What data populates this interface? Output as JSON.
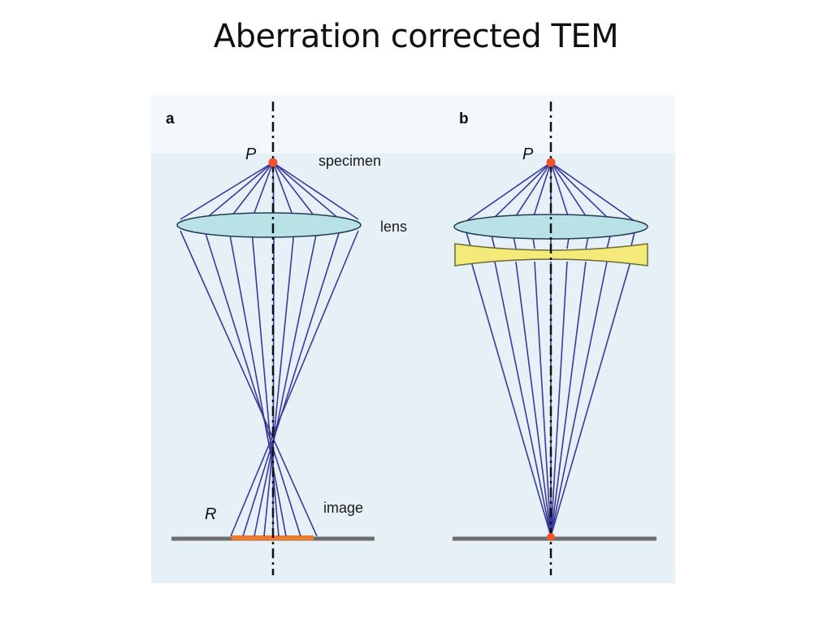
{
  "title": "Aberration corrected TEM",
  "colors": {
    "panel_top": "#f2f8fb",
    "panel_bg": "#e6f1f7",
    "ray": "#3a3a9a",
    "axis": "#111111",
    "lens_fill": "#b9e2e6",
    "lens_stroke": "#243a56",
    "corrector_fill": "#f4ea7a",
    "corrector_stroke": "#6a6a3a",
    "image_plane": "#6e6e6e",
    "point": "#f0522a",
    "blur_disc": "#f07a2a"
  },
  "panel_a": {
    "letter": "a",
    "point_label": "P",
    "specimen_label": "specimen",
    "lens_label": "lens",
    "image_label": "image",
    "blur_label": "R"
  },
  "panel_b": {
    "letter": "b",
    "point_label": "P"
  }
}
